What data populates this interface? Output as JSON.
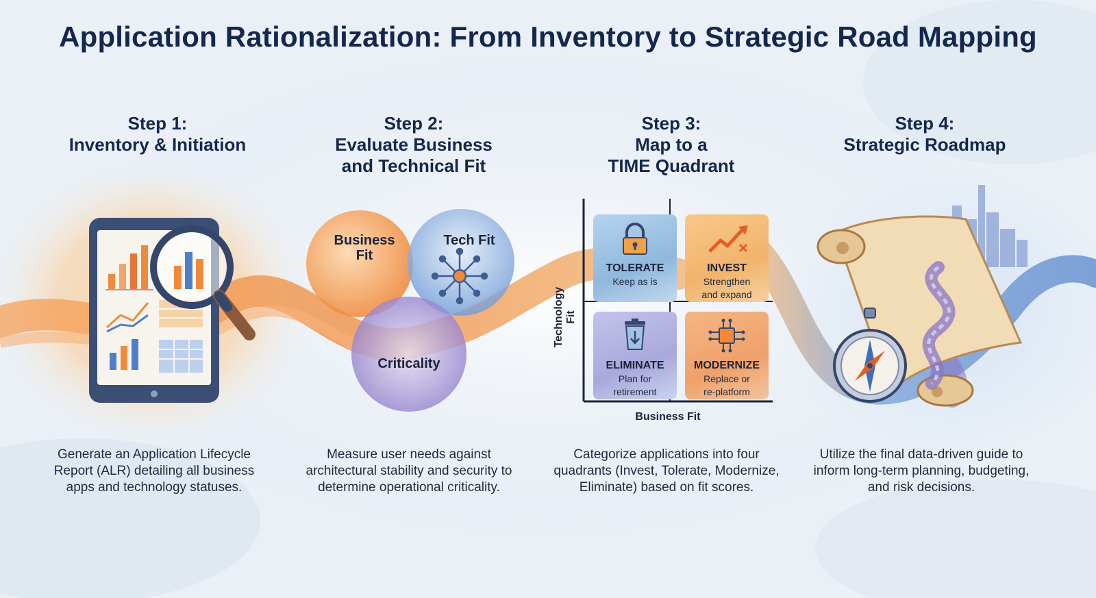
{
  "title": "Application Rationalization: From Inventory to Strategic Road Mapping",
  "steps": [
    {
      "heading_line1": "Step 1:",
      "heading_line2": "Inventory & Initiation",
      "heading_line3": "",
      "description": "Generate an Application Lifecycle Report (ALR) detailing all business apps and technology statuses.",
      "icons": [
        "tablet-dashboard-icon",
        "magnifying-glass-icon"
      ]
    },
    {
      "heading_line1": "Step 2:",
      "heading_line2": "Evaluate Business",
      "heading_line3": "and Technical Fit",
      "description": "Measure user needs against architectural stability and security to determine operational criticality.",
      "venn": {
        "business_fit": "Business Fit",
        "tech_fit": "Tech Fit",
        "criticality": "Criticality"
      }
    },
    {
      "heading_line1": "Step 3:",
      "heading_line2": "Map to a",
      "heading_line3": "TIME Quadrant",
      "description": "Categorize applications into four quadrants (Invest, Tolerate, Modernize, Eliminate) based on fit scores.",
      "quadrant": {
        "y_axis": "Technology Fit",
        "x_axis": "Business Fit",
        "cells": [
          {
            "title": "TOLERATE",
            "sub1": "Keep as is",
            "sub2": "",
            "icon": "padlock-icon",
            "color": "#8fb8dd"
          },
          {
            "title": "INVEST",
            "sub1": "Strengthen",
            "sub2": "and expand",
            "icon": "trend-up-arrow-icon",
            "color": "#f2b36c"
          },
          {
            "title": "ELIMINATE",
            "sub1": "Plan for",
            "sub2": "retirement",
            "icon": "trash-can-icon",
            "color": "#a9a8dc"
          },
          {
            "title": "MODERNIZE",
            "sub1": "Replace or",
            "sub2": "re-platform",
            "icon": "circuit-chip-icon",
            "color": "#f0a06a"
          }
        ]
      }
    },
    {
      "heading_line1": "Step 4:",
      "heading_line2": "Strategic Roadmap",
      "heading_line3": "",
      "description": "Utilize the final data-driven guide to inform long-term planning, budgeting, and risk decisions.",
      "icons": [
        "scroll-map-icon",
        "compass-icon",
        "city-skyline-icon"
      ]
    }
  ],
  "colors": {
    "title": "#14284d",
    "orange_ribbon": "#f08a3a",
    "blue_ribbon": "#4f7fc8",
    "purple_ribbon": "#8a74c6"
  }
}
